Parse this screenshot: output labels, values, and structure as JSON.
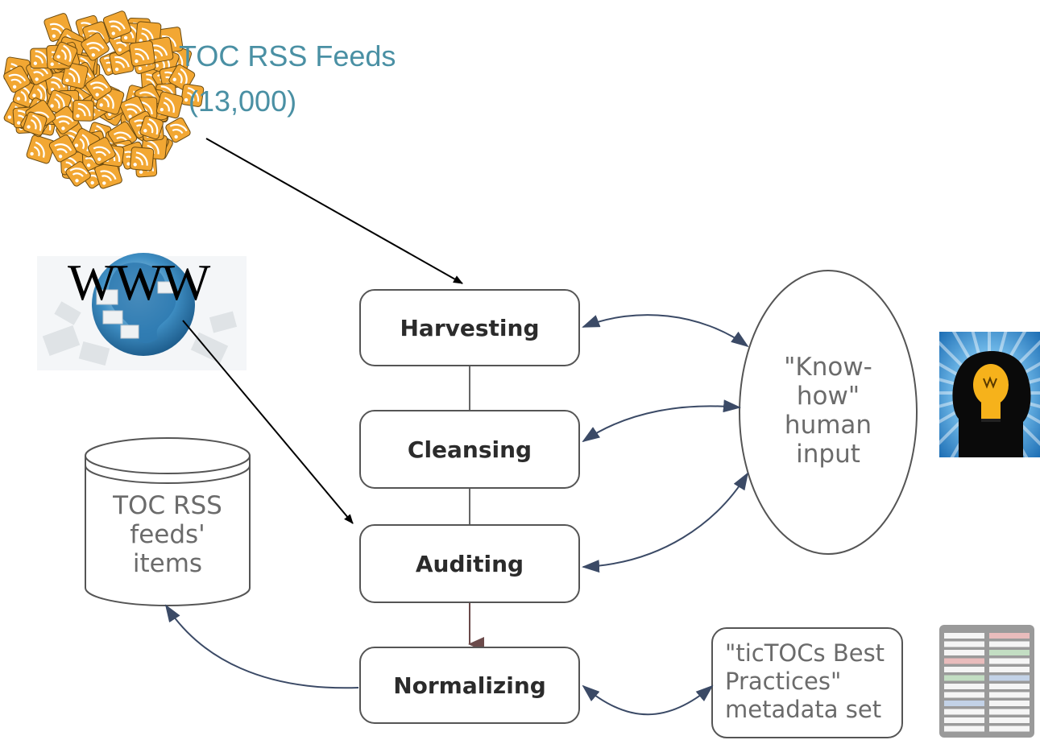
{
  "feeds": {
    "title": "TOC RSS Feeds",
    "count": "(13,000)"
  },
  "web": {
    "label": "WWW"
  },
  "process_steps": [
    "Harvesting",
    "Cleansing",
    "Auditing",
    "Normalizing"
  ],
  "know_how": {
    "lines": [
      "\"Know-",
      "how\"",
      "human",
      "input"
    ]
  },
  "database": {
    "lines": [
      "TOC RSS",
      "feeds'",
      "items"
    ]
  },
  "best_practices": {
    "lines": [
      "\"ticTOCs Best",
      "Practices\"",
      "metadata set"
    ]
  },
  "colors": {
    "feeds_text": "#4a90a4",
    "rss_orange": "#f2a733",
    "box_border": "#555555",
    "arrow_blue": "#3b4a66",
    "arrow_brown": "#6b4a4a"
  },
  "icons": [
    "rss-pile-icon",
    "globe-icon",
    "lightbulb-head-icon",
    "metadata-sheet-icon"
  ]
}
